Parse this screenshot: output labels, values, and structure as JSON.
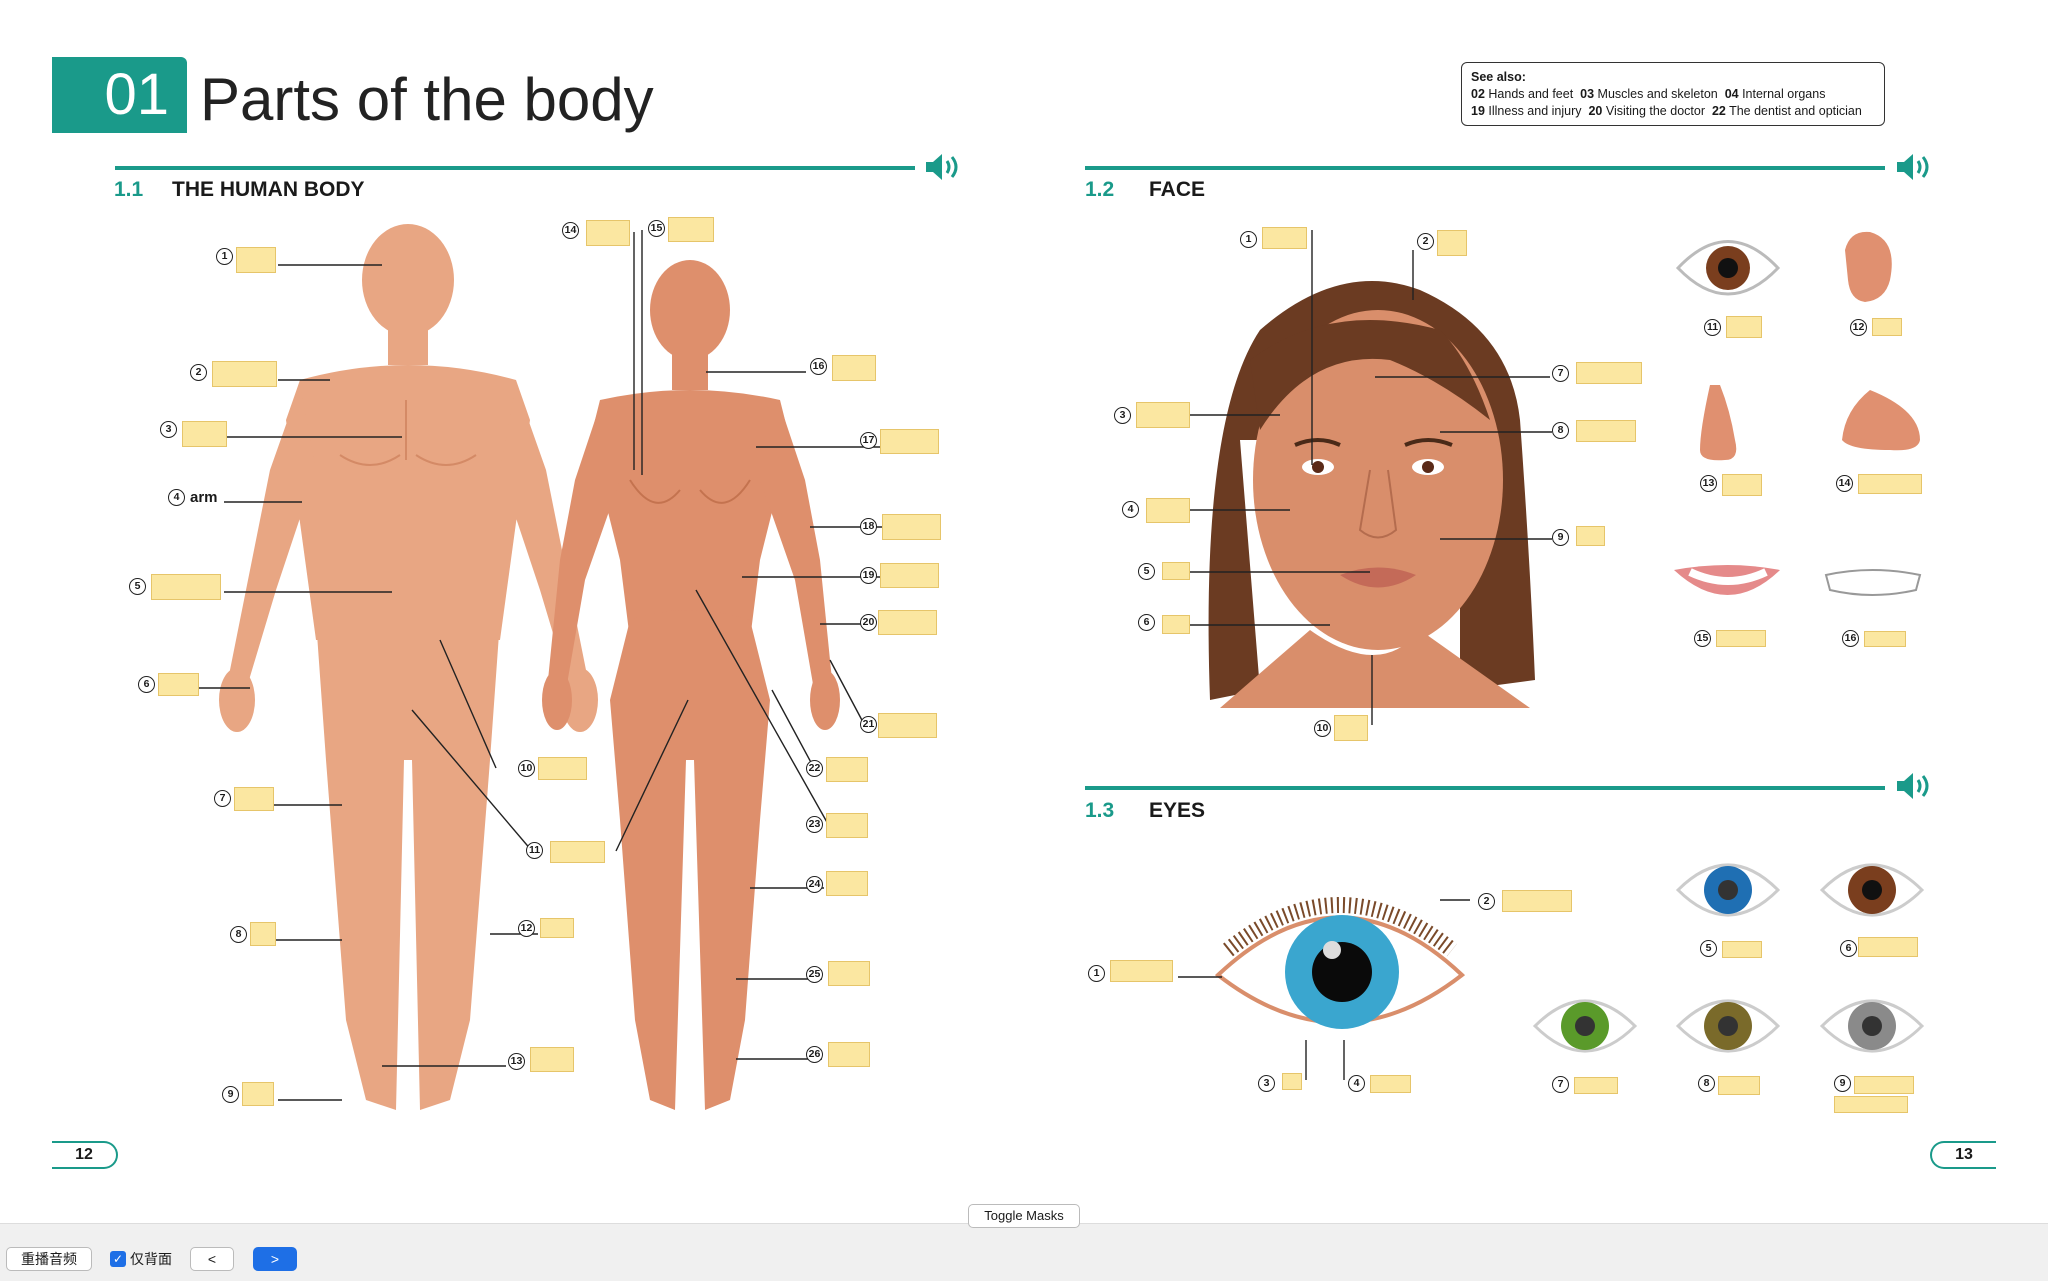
{
  "chapter": {
    "number": "01",
    "title": "Parts of the body"
  },
  "see_also": {
    "heading": "See also:",
    "line1": [
      {
        "n": "02",
        "t": "Hands and feet"
      },
      {
        "n": "03",
        "t": "Muscles and skeleton"
      },
      {
        "n": "04",
        "t": "Internal organs"
      }
    ],
    "line2": [
      {
        "n": "19",
        "t": "Illness and injury"
      },
      {
        "n": "20",
        "t": "Visiting the doctor"
      },
      {
        "n": "22",
        "t": "The dentist and optician"
      }
    ]
  },
  "sections": {
    "s1": {
      "num": "1.1",
      "title": "THE HUMAN BODY"
    },
    "s2": {
      "num": "1.2",
      "title": "FACE"
    },
    "s3": {
      "num": "1.3",
      "title": "EYES"
    }
  },
  "body_labels": [
    "1",
    "2",
    "3",
    "4",
    "5",
    "6",
    "7",
    "8",
    "9",
    "10",
    "11",
    "12",
    "13",
    "14",
    "15",
    "16",
    "17",
    "18",
    "19",
    "20",
    "21",
    "22",
    "23",
    "24",
    "25",
    "26"
  ],
  "body_word_4": "arm",
  "face_labels": [
    "1",
    "2",
    "3",
    "4",
    "5",
    "6",
    "7",
    "8",
    "9",
    "10",
    "11",
    "12",
    "13",
    "14",
    "15",
    "16"
  ],
  "eye_labels": [
    "1",
    "2",
    "3",
    "4",
    "5",
    "6",
    "7",
    "8",
    "9"
  ],
  "page_left": "12",
  "page_right": "13",
  "ui": {
    "toggle_masks": "Toggle Masks",
    "replay_audio": "重播音频",
    "back_only": "仅背面",
    "prev": "<",
    "next": ">"
  },
  "icons": {
    "speaker": "speaker-icon",
    "check": "checkbox-icon"
  },
  "colors": {
    "teal": "#1a9a8a",
    "answer_box": "#fbe7a1",
    "skin_male": "#e8a683",
    "skin_female": "#de8f6c",
    "hair": "#6b3b22"
  }
}
